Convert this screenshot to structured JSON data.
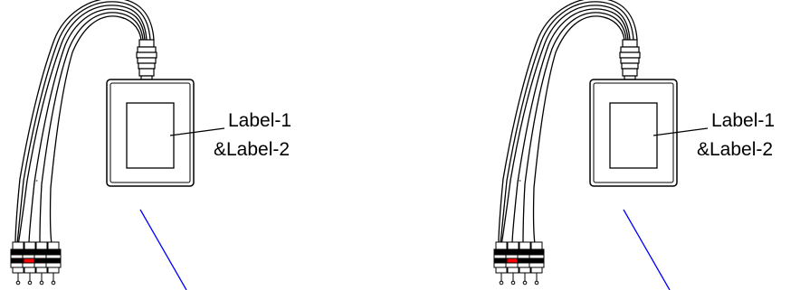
{
  "colors": {
    "ink": "#000000",
    "leader": "#0000ff",
    "connector_accent": "#ff0000",
    "background": "#ffffff"
  },
  "views": [
    {
      "label_line1": "Label-1",
      "label_line2": "&Label-2"
    },
    {
      "label_line1": "Label-1",
      "label_line2": "&Label-2"
    }
  ]
}
